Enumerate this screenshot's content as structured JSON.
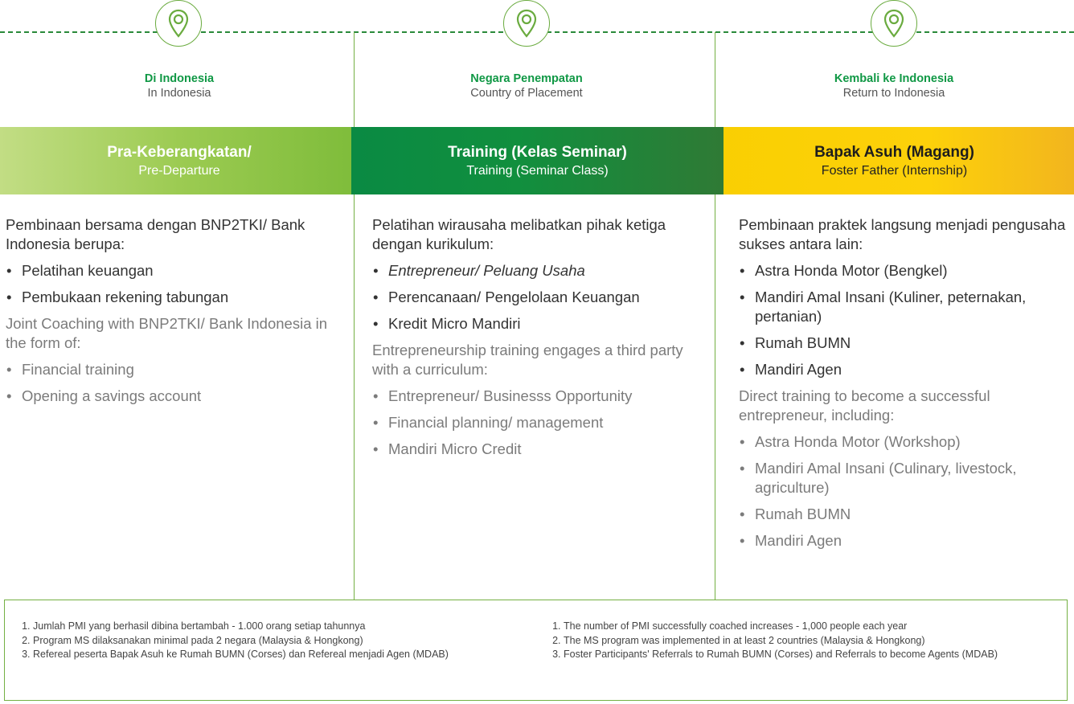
{
  "stages": [
    {
      "title_id": "Di Indonesia",
      "title_en": "In Indonesia"
    },
    {
      "title_id": "Negara Penempatan",
      "title_en": "Country of Placement"
    },
    {
      "title_id": "Kembali ke Indonesia",
      "title_en": "Return to Indonesia"
    }
  ],
  "bands": [
    {
      "title_id": "Pra-Keberangkatan/",
      "title_en": "Pre-Departure",
      "color": "#9ccb52"
    },
    {
      "title_id": "Training (Kelas Seminar)",
      "title_en": "Training (Seminar Class)",
      "color": "#0a8a43"
    },
    {
      "title_id": "Bapak Asuh (Magang)",
      "title_en": "Foster Father (Internship)",
      "color": "#fdd10a"
    }
  ],
  "columns": [
    {
      "intro_id": "Pembinaan bersama dengan BNP2TKI/ Bank Indonesia berupa:",
      "items_id": [
        "Pelatihan keuangan",
        "Pembukaan rekening tabungan"
      ],
      "intro_en": "Joint Coaching with BNP2TKI/ Bank Indonesia in the form of:",
      "items_en": [
        "Financial training",
        "Opening a savings account"
      ]
    },
    {
      "intro_id": "Pelatihan wirausaha melibatkan pihak ketiga dengan kurikulum:",
      "items_id": [
        "Entrepreneur/ Peluang Usaha",
        "Perencanaan/ Pengelolaan Keuangan",
        "Kredit Micro Mandiri"
      ],
      "intro_en": "Entrepreneurship training engages a third party with a curriculum:",
      "items_en": [
        "Entrepreneur/ Businesss Opportunity",
        "Financial planning/ management",
        "Mandiri Micro Credit"
      ]
    },
    {
      "intro_id": "Pembinaan praktek langsung menjadi pengusaha sukses antara lain:",
      "items_id": [
        "Astra Honda Motor (Bengkel)",
        "Mandiri Amal Insani (Kuliner, peternakan, pertanian)",
        "Rumah BUMN",
        "Mandiri Agen"
      ],
      "intro_en": "Direct training to become a successful entrepreneur, including:",
      "items_en": [
        "Astra Honda Motor (Workshop)",
        "Mandiri Amal Insani (Culinary, livestock, agriculture)",
        "Rumah BUMN",
        "Mandiri Agen"
      ]
    }
  ],
  "notes_id": [
    "Jumlah PMI yang berhasil dibina bertambah - 1.000 orang setiap tahunnya",
    "Program MS dilaksanakan minimal pada 2 negara (Malaysia & Hongkong)",
    "Refereal peserta Bapak Asuh ke Rumah BUMN (Corses) dan Refereal menjadi Agen (MDAB)"
  ],
  "notes_en": [
    "The number of PMI successfully coached increases - 1,000 people each year",
    "The MS program was implemented in at least 2 countries (Malaysia & Hongkong)",
    "Foster Participants' Referrals to Rumah BUMN (Corses) and Referrals to become Agents (MDAB)"
  ],
  "accent_color": "#109845",
  "icon": "location-pin-icon"
}
